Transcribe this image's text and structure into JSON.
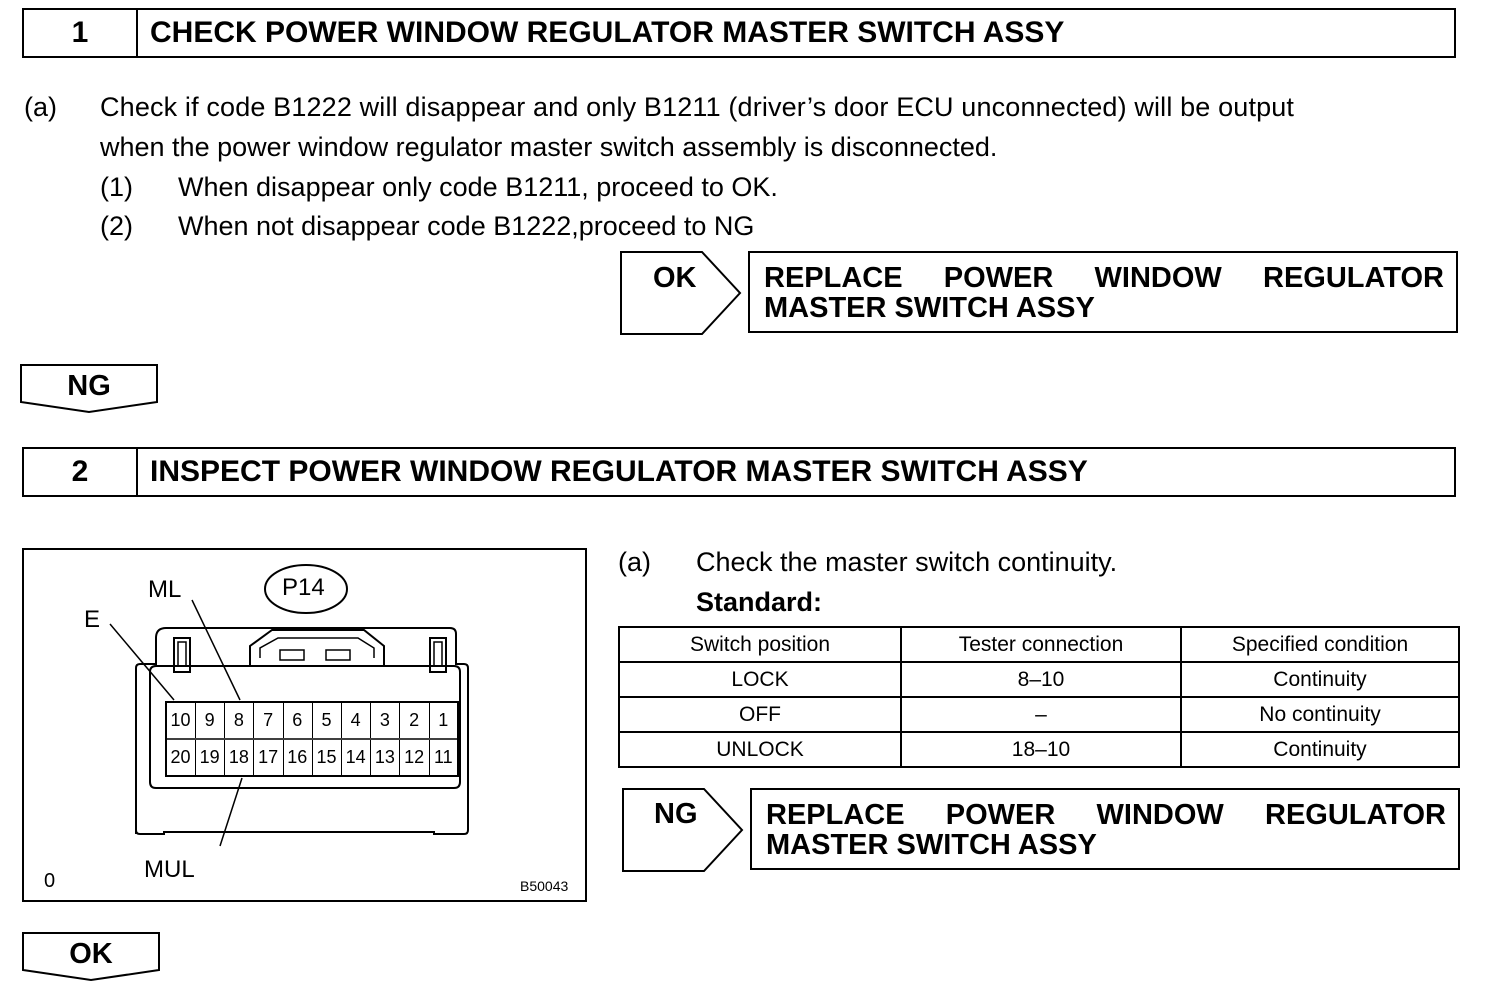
{
  "step1": {
    "number": "1",
    "title": "CHECK POWER WINDOW REGULATOR MASTER SWITCH ASSY",
    "item_a_marker": "(a)",
    "item_a_line1": "Check if code B1222 will disappear and only B1211 (driver’s door ECU unconnected) will be output",
    "item_a_line2": "when the power window regulator master switch assembly is disconnected.",
    "sub1_marker": "(1)",
    "sub1_text": "When disappear only code B1211, proceed to OK.",
    "sub2_marker": "(2)",
    "sub2_text": "When not disappear code B1222,proceed to NG",
    "result_label": "OK",
    "result_words": [
      "REPLACE",
      "POWER",
      "WINDOW",
      "REGULATOR"
    ],
    "result_line2": "MASTER SWITCH ASSY",
    "down_label": "NG"
  },
  "step2": {
    "number": "2",
    "title": "INSPECT POWER WINDOW REGULATOR MASTER SWITCH ASSY",
    "item_a_marker": "(a)",
    "item_a_text": "Check the master switch continuity.",
    "standard_label": "Standard:",
    "table": {
      "headers": [
        "Switch position",
        "Tester connection",
        "Specified condition"
      ],
      "rows": [
        [
          "LOCK",
          "8–10",
          "Continuity"
        ],
        [
          "OFF",
          "–",
          "No continuity"
        ],
        [
          "UNLOCK",
          "18–10",
          "Continuity"
        ]
      ]
    },
    "result_label": "NG",
    "result_words": [
      "REPLACE",
      "POWER",
      "WINDOW",
      "REGULATOR"
    ],
    "result_line2": "MASTER SWITCH ASSY",
    "down_label": "OK"
  },
  "figure": {
    "connector_id": "P14",
    "label_ml": "ML",
    "label_e": "E",
    "label_mul": "MUL",
    "corner_left": "0",
    "corner_right": "B50043",
    "pins_top": [
      "10",
      "9",
      "8",
      "7",
      "6",
      "5",
      "4",
      "3",
      "2",
      "1"
    ],
    "pins_bottom": [
      "20",
      "19",
      "18",
      "17",
      "16",
      "15",
      "14",
      "13",
      "12",
      "11"
    ]
  }
}
